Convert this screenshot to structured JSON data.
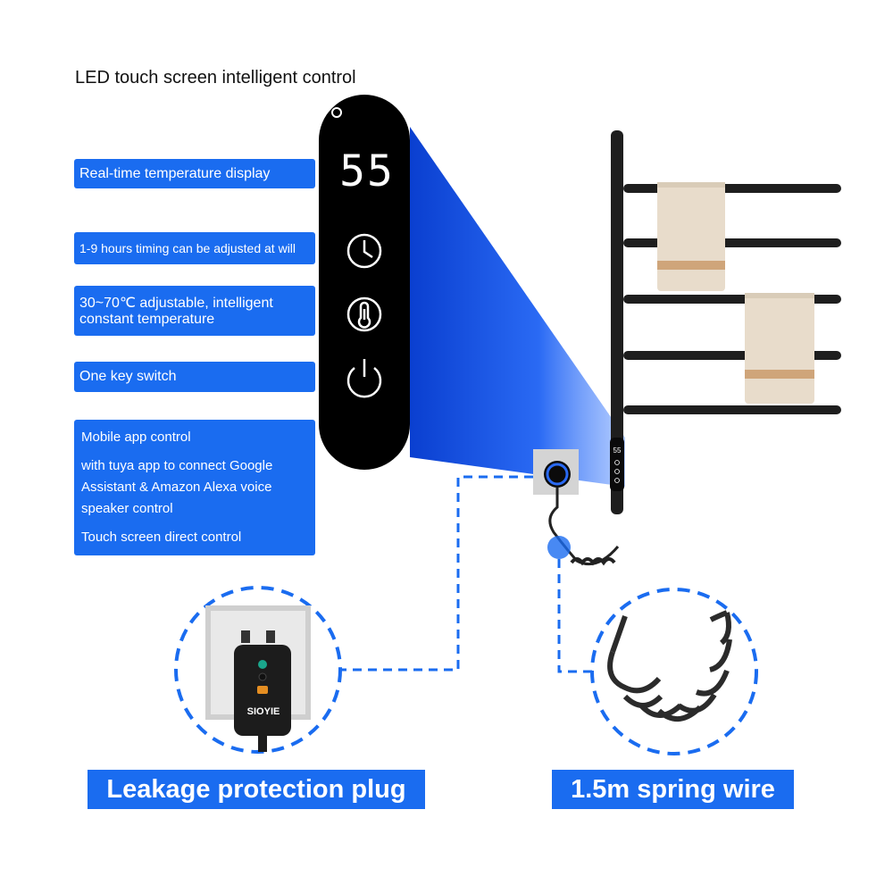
{
  "heading": "LED touch screen intelligent control",
  "features": [
    {
      "label": "Real-time temperature display"
    },
    {
      "label": "1-9 hours timing can be adjusted at will"
    },
    {
      "label_line1": "30~70℃ adjustable, intelligent",
      "label_line2": "constant temperature"
    },
    {
      "label": "One key switch"
    }
  ],
  "mobile": {
    "title": "Mobile app control",
    "line1": "with tuya app to connect Google",
    "line2": "Assistant & Amazon Alexa voice",
    "line3": "speaker control",
    "line4": "Touch screen direct control"
  },
  "display": {
    "temperature": "55",
    "brand": "SIOYIE"
  },
  "callouts": {
    "plug": "Leakage protection plug",
    "wire": "1.5m spring wire"
  },
  "colors": {
    "accent": "#1a6cf0",
    "panel": "#000000",
    "rack": "#1e1e1e",
    "towel": "#e8dccb"
  },
  "icons": [
    "clock-icon",
    "thermometer-icon",
    "power-icon"
  ]
}
